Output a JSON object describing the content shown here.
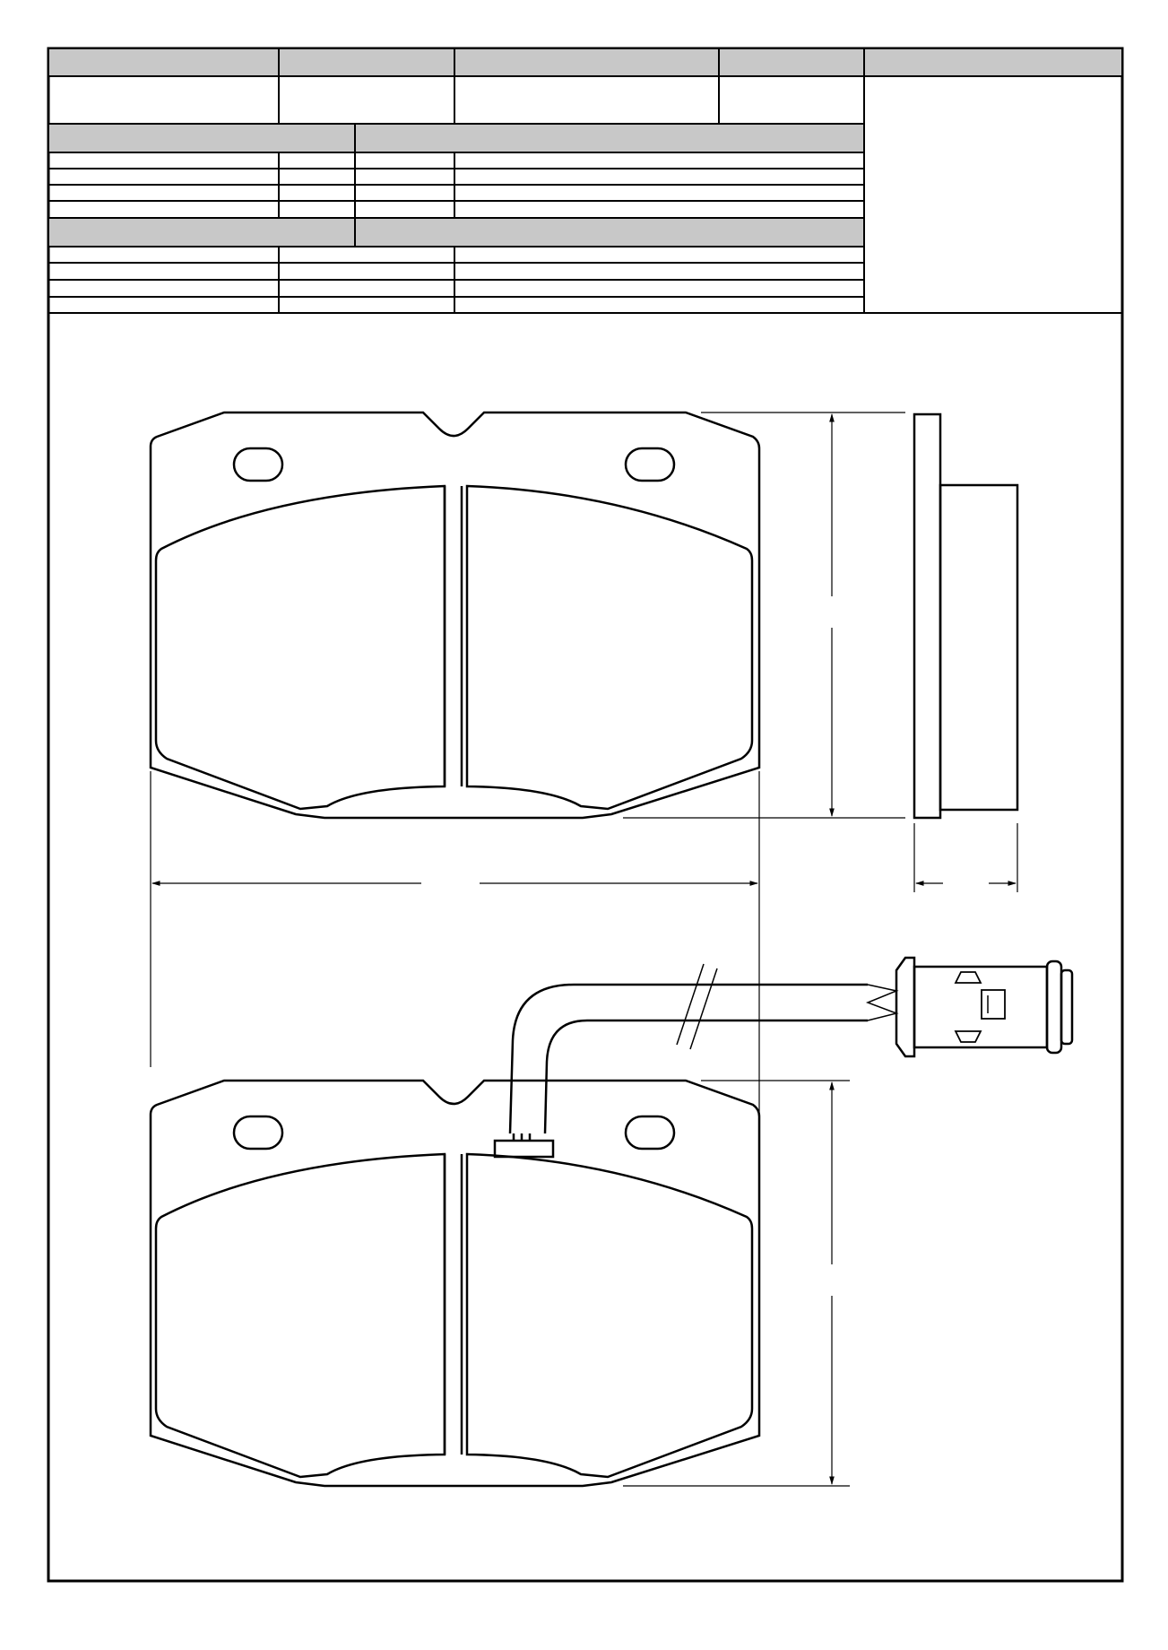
{
  "sheet": {
    "header_row": [
      "",
      "",
      "",
      "",
      ""
    ],
    "info_row": [
      "",
      "",
      "",
      "",
      ""
    ],
    "section_a": {
      "headers": [
        "",
        "",
        "",
        ""
      ],
      "rows": [
        [
          "",
          "",
          "",
          ""
        ],
        [
          "",
          "",
          "",
          ""
        ],
        [
          "",
          "",
          "",
          ""
        ],
        [
          "",
          "",
          "",
          ""
        ]
      ]
    },
    "section_b": {
      "headers": [
        "",
        "",
        "",
        ""
      ],
      "rows": [
        [
          "",
          "",
          ""
        ],
        [
          "",
          "",
          ""
        ],
        [
          "",
          "",
          ""
        ],
        [
          "",
          "",
          ""
        ]
      ]
    },
    "image_panel": ""
  },
  "drawing": {
    "views": [
      "brake-pad-front-view",
      "brake-pad-side-view",
      "brake-pad-with-wear-sensor-view"
    ],
    "dimensions": {
      "pad_width": "",
      "pad_height_top": "",
      "pad_thickness": "",
      "pad_height_bottom": ""
    }
  },
  "colors": {
    "line": "#000000",
    "header_fill": "#c8c8c8",
    "paper": "#ffffff"
  }
}
